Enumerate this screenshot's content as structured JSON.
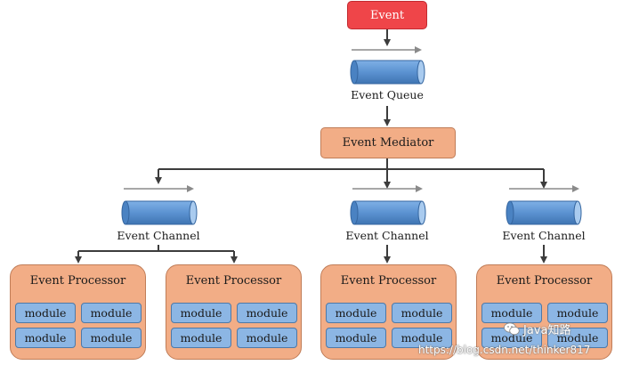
{
  "event": "Event",
  "event_queue": "Event Queue",
  "event_mediator": "Event Mediator",
  "channels": [
    "Event Channel",
    "Event Channel",
    "Event Channel"
  ],
  "processors": [
    {
      "title": "Event Processor",
      "modules": [
        "module",
        "module",
        "module",
        "module"
      ]
    },
    {
      "title": "Event Processor",
      "modules": [
        "module",
        "module",
        "module",
        "module"
      ]
    },
    {
      "title": "Event Processor",
      "modules": [
        "module",
        "module",
        "module",
        "module"
      ]
    },
    {
      "title": "Event Processor",
      "modules": [
        "module",
        "module",
        "module",
        "module"
      ]
    }
  ],
  "watermark": {
    "wechat": "Java知路",
    "url": "https://blog.csdn.net/thinker817"
  },
  "colors": {
    "event_fill": "#ef4549",
    "mediator_fill": "#f2ad86",
    "processor_fill": "#f2ad86",
    "module_fill": "#8cb6e4",
    "queue_fill": "#5b92d1",
    "arrow": "#3c3c3c"
  }
}
